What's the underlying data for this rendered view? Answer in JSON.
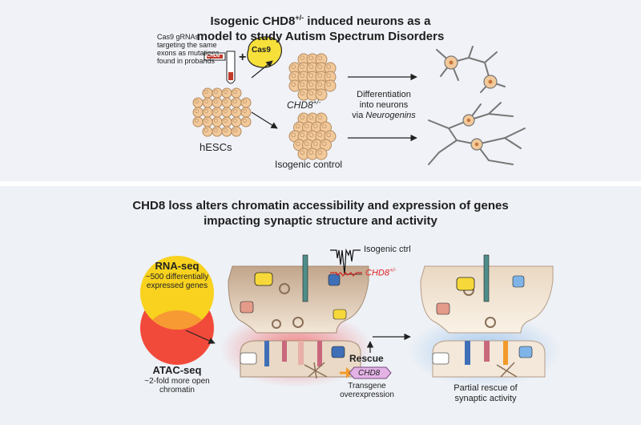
{
  "top": {
    "title_line1": "Isogenic CHD8",
    "title_sup": "+/-",
    "title_line1_end": " induced neurons as a",
    "title_line2": "model to study Autism Spectrum Disorders",
    "grna_note": "Cas9 gRNAs targeting the same exons as mutations found in probands",
    "grna_gene": "CHD8",
    "cas9_label": "Cas9",
    "hesc_label": "hESCs",
    "chd8_label": "CHD8",
    "chd8_sup": "+/-",
    "control_label": "Isogenic control",
    "diff_line1": "Differentiation",
    "diff_line2": "into neurons",
    "diff_line3_prefix": "via ",
    "diff_line3_ital": "Neurogenins"
  },
  "bottom": {
    "title_line1": "CHD8 loss alters chromatin accessibility and expression of genes",
    "title_line2": "impacting synaptic structure and activity",
    "rnaseq_title": "RNA-seq",
    "rnaseq_desc": "~500 differentially expressed genes",
    "atacseq_title": "ATAC-seq",
    "atacseq_desc": "~2-fold more open chromatin",
    "trace_ctrl_label": "Isogenic ctrl",
    "trace_chd8_label": "CHD8",
    "trace_chd8_sup": "+/-",
    "rescue_label": "Rescue",
    "transgene_gene": "CHD8",
    "transgene_line1": "Transgene",
    "transgene_line2": "overexpression",
    "partial_line1": "Partial rescue of",
    "partial_line2": "synaptic activity"
  },
  "colors": {
    "cell": "#f2c99a",
    "cell_stroke": "#b58a5e",
    "cas9": "#f7e03a",
    "rna_circle": "#f8d21e",
    "atac_circle": "#f24a3a",
    "overlap": "#f79a33",
    "red_text": "#d22222"
  }
}
